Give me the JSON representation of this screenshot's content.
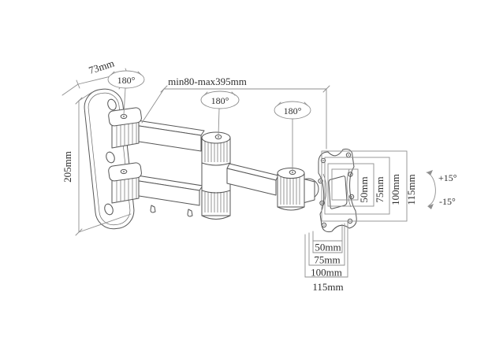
{
  "drawing": {
    "wall_plate": {
      "width_label": "73mm",
      "height_label": "205mm"
    },
    "arm_extension": {
      "range_label": "min80-max395mm"
    },
    "swivel": {
      "joint1": "180°",
      "joint2": "180°",
      "joint3": "180°"
    },
    "tilt": {
      "up": "+15°",
      "down": "-15°"
    },
    "vesa_plate": {
      "vertical_labels": [
        "50mm",
        "75mm",
        "100mm",
        "115mm"
      ],
      "horizontal_labels": [
        "50mm",
        "75mm",
        "100mm",
        "115mm"
      ]
    },
    "colors": {
      "line": "#565656",
      "dimension_line": "#8f8f8f",
      "text": "#2e2e2e",
      "background": "#ffffff"
    }
  }
}
